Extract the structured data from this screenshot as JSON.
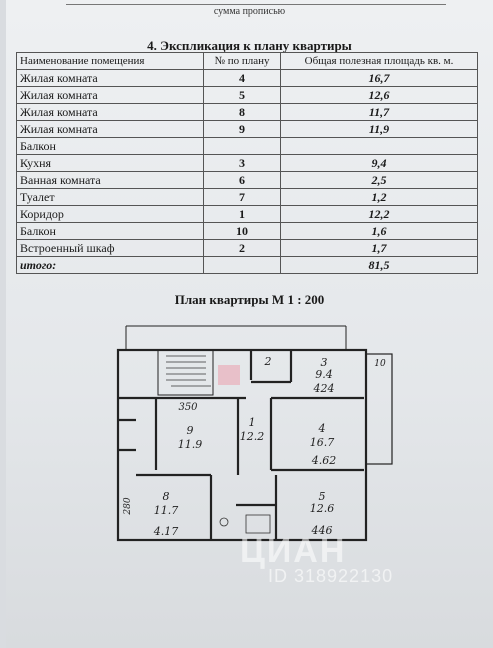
{
  "caption": "сумма прописью",
  "section_title": "4. Экспликация к плану квартиры",
  "table": {
    "headers": [
      "Наименование помещения",
      "№ по плану",
      "Общая полезная площадь кв. м."
    ],
    "rows": [
      {
        "name": "Жилая комната",
        "num": "4",
        "area": "16,7"
      },
      {
        "name": "Жилая комната",
        "num": "5",
        "area": "12,6"
      },
      {
        "name": "Жилая комната",
        "num": "8",
        "area": "11,7"
      },
      {
        "name": "Жилая комната",
        "num": "9",
        "area": "11,9"
      },
      {
        "name": "Балкон",
        "num": "",
        "area": ""
      },
      {
        "name": "Кухня",
        "num": "3",
        "area": "9,4"
      },
      {
        "name": "Ванная комната",
        "num": "6",
        "area": "2,5"
      },
      {
        "name": "Туалет",
        "num": "7",
        "area": "1,2"
      },
      {
        "name": "Коридор",
        "num": "1",
        "area": "12,2"
      },
      {
        "name": "Балкон",
        "num": "10",
        "area": "1,6"
      },
      {
        "name": "Встроенный шкаф",
        "num": "2",
        "area": "1,7"
      }
    ],
    "total": {
      "label": "итого:",
      "area": "81,5"
    }
  },
  "plan": {
    "title": "План квартиры М 1 : 200",
    "labels": {
      "r3_num": "3",
      "r3_area": "9.4",
      "r3_dim": "424",
      "r2_num": "2",
      "r10_num": "10",
      "r350": "350",
      "r9_num": "9",
      "r9_area": "11.9",
      "r1_num": "1",
      "r1_area": "12.2",
      "r4_num": "4",
      "r4_area": "16.7",
      "r4_dim": "4.62",
      "r280": "280",
      "r8_num": "8",
      "r8_area": "11.7",
      "r8_dim": "4.17",
      "r5_num": "5",
      "r5_area": "12.6",
      "r5_dim": "446"
    }
  },
  "watermark": {
    "brand": "ЦИАН",
    "id": "ID 318922130"
  }
}
